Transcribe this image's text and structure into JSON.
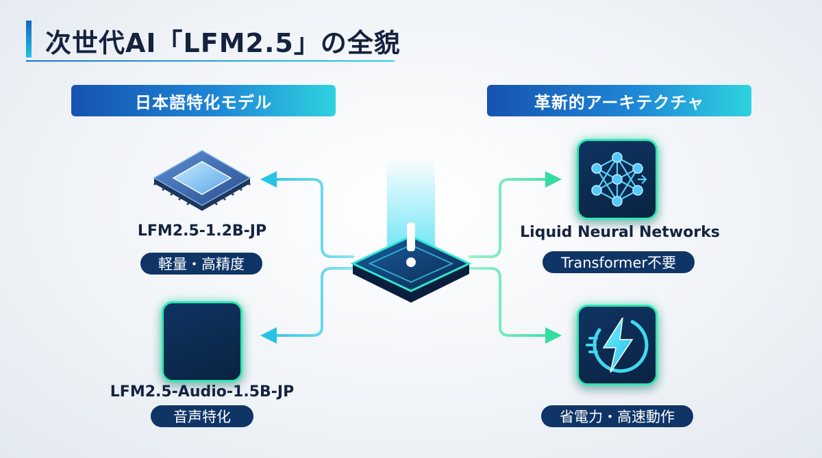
{
  "title": "次世代AI「LFM2.5」の全貌",
  "left_header": "日本語特化モデル",
  "right_header": "革新的アーキテクチャ",
  "left_models": [
    {
      "name": "LFM2.5-1.2B-JP",
      "tag": "軽量・高精度",
      "icon": "cpu-chip-icon"
    },
    {
      "name": "LFM2.5-Audio-1.5B-JP",
      "tag": "音声特化",
      "icon": "audio-waveform-icon"
    }
  ],
  "right_features": [
    {
      "name": "Liquid Neural Networks",
      "tag": "Transformer不要",
      "icon": "neural-network-icon"
    },
    {
      "name": "",
      "tag": "省電力・高速動作",
      "icon": "lightning-bolt-icon"
    }
  ],
  "center_icon": "central-processor-icon",
  "colors": {
    "navy": "#0f3566",
    "accent_blue": "#1553b0",
    "accent_cyan": "#2fd3e0",
    "accent_green": "#2ee8b3",
    "title_text": "#15233f"
  }
}
